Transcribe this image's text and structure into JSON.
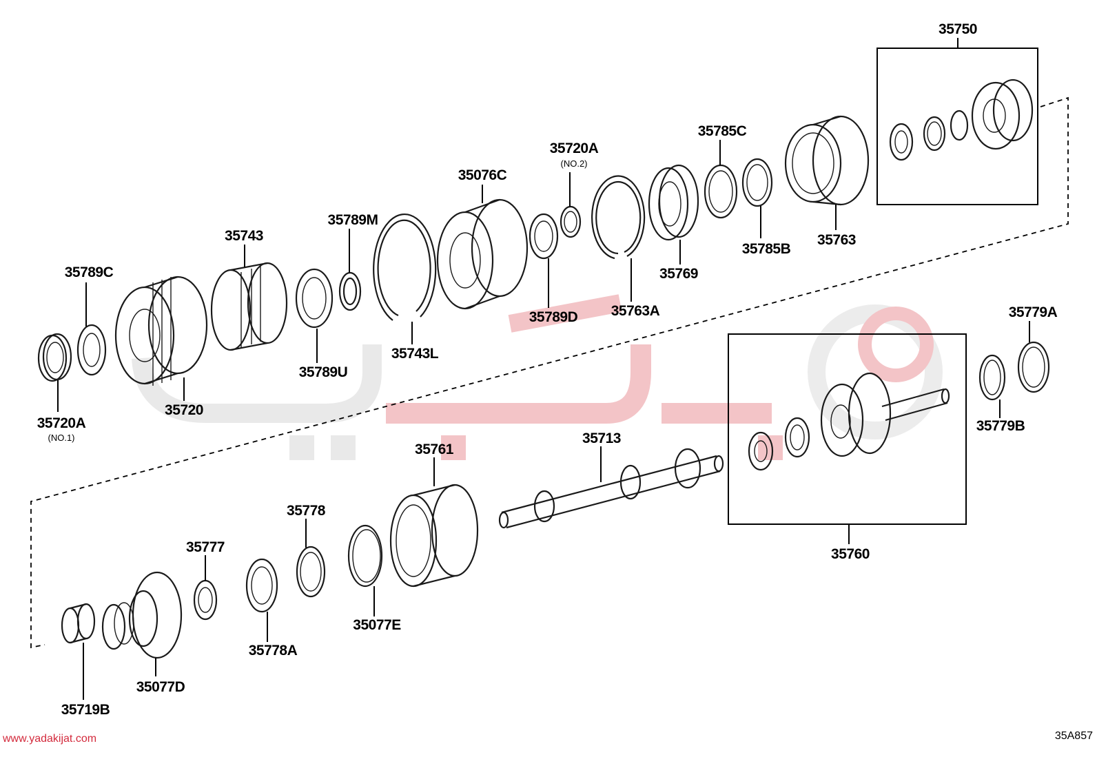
{
  "labels": {
    "p35750": "35750",
    "p35785C": "35785C",
    "p35720A_2": "35720A",
    "p35720A_2_sub": "(NO.2)",
    "p35076C": "35076C",
    "p35789M": "35789M",
    "p35743": "35743",
    "p35789C": "35789C",
    "p35763": "35763",
    "p35785B": "35785B",
    "p35769": "35769",
    "p35763A": "35763A",
    "p35789D": "35789D",
    "p35743L": "35743L",
    "p35789U": "35789U",
    "p35720": "35720",
    "p35720A_1": "35720A",
    "p35720A_1_sub": "(NO.1)",
    "p35779A": "35779A",
    "p35779B": "35779B",
    "p35761": "35761",
    "p35713": "35713",
    "p35760": "35760",
    "p35778": "35778",
    "p35777": "35777",
    "p35778A": "35778A",
    "p35077E": "35077E",
    "p35077D": "35077D",
    "p35719B": "35719B"
  },
  "footer": {
    "website": "www.yadakijat.com",
    "diagram_code": "35A857"
  },
  "colors": {
    "watermark_red": "#f3c4c7",
    "watermark_grey": "#e6e6e6",
    "site_red": "#d32a3c"
  }
}
